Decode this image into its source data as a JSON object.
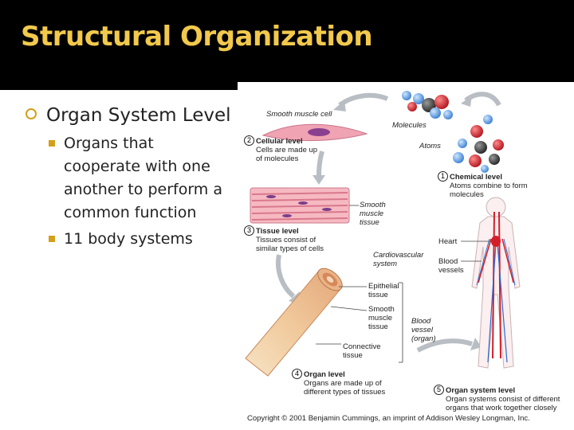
{
  "slide": {
    "title": "Structural Organization",
    "bullet": "Organ System Level",
    "sub_bullets": [
      "Organs that cooperate with one another to perform a common function",
      "11 body systems"
    ]
  },
  "figure": {
    "smooth_muscle_cell": "Smooth muscle cell",
    "molecules": "Molecules",
    "atoms": "Atoms",
    "chemical_level": {
      "number": "1",
      "title": "Chemical level",
      "desc": "Atoms combine to form molecules"
    },
    "cellular_level": {
      "number": "2",
      "title": "Cellular level",
      "desc": "Cells are made up of molecules"
    },
    "tissue_level": {
      "number": "3",
      "title": "Tissue level",
      "desc": "Tissues consist of similar types of cells"
    },
    "organ_level": {
      "number": "4",
      "title": "Organ level",
      "desc": "Organs are made up of different types of tissues"
    },
    "organ_system_level": {
      "number": "5",
      "title": "Organ system level",
      "desc": "Organ systems consist of different organs that work together closely"
    },
    "smooth_muscle_tissue": "Smooth muscle tissue",
    "heart": "Heart",
    "blood_vessels": "Blood vessels",
    "cardiovascular_system": "Cardiovascular system",
    "epithelial_tissue": "Epithelial tissue",
    "smooth_muscle_tissue_2": "Smooth muscle tissue",
    "connective_tissue": "Connective tissue",
    "blood_vessel_organ": "Blood vessel (organ)"
  },
  "copyright": "Copyright © 2001 Benjamin Cummings, an imprint of Addison Wesley Longman, Inc.",
  "colors": {
    "title_bg": "#000000",
    "title_text": "#f2c94c",
    "bullet_accent": "#d4a017"
  },
  "icons": {
    "level1_bullet": "ring-bullet-icon",
    "level2_bullet": "square-bullet-icon"
  }
}
